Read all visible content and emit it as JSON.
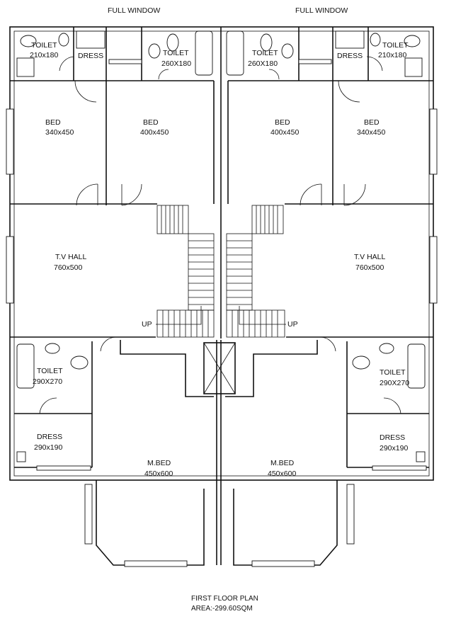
{
  "labels": {
    "full_window": "FULL WINDOW",
    "toilet_a": "TOILET",
    "toilet_a_size": "210x180",
    "dress": "DRESS",
    "toilet_b": "TOILET",
    "toilet_b_size": "260X180",
    "bed_small": "BED",
    "bed_small_size": "340x450",
    "bed_large": "BED",
    "bed_large_size": "400x450",
    "tv_hall": "T.V HALL",
    "tv_hall_size": "760x500",
    "up": "UP",
    "toilet_c": "TOILET",
    "toilet_c_size": "290X270",
    "dress_c": "DRESS",
    "dress_c_size": "290x190",
    "master_bed": "M.BED",
    "master_bed_size": "450x600"
  },
  "footer": {
    "plan_title": "FIRST FLOOR PLAN",
    "area": "AREA:-299.60SQM"
  }
}
